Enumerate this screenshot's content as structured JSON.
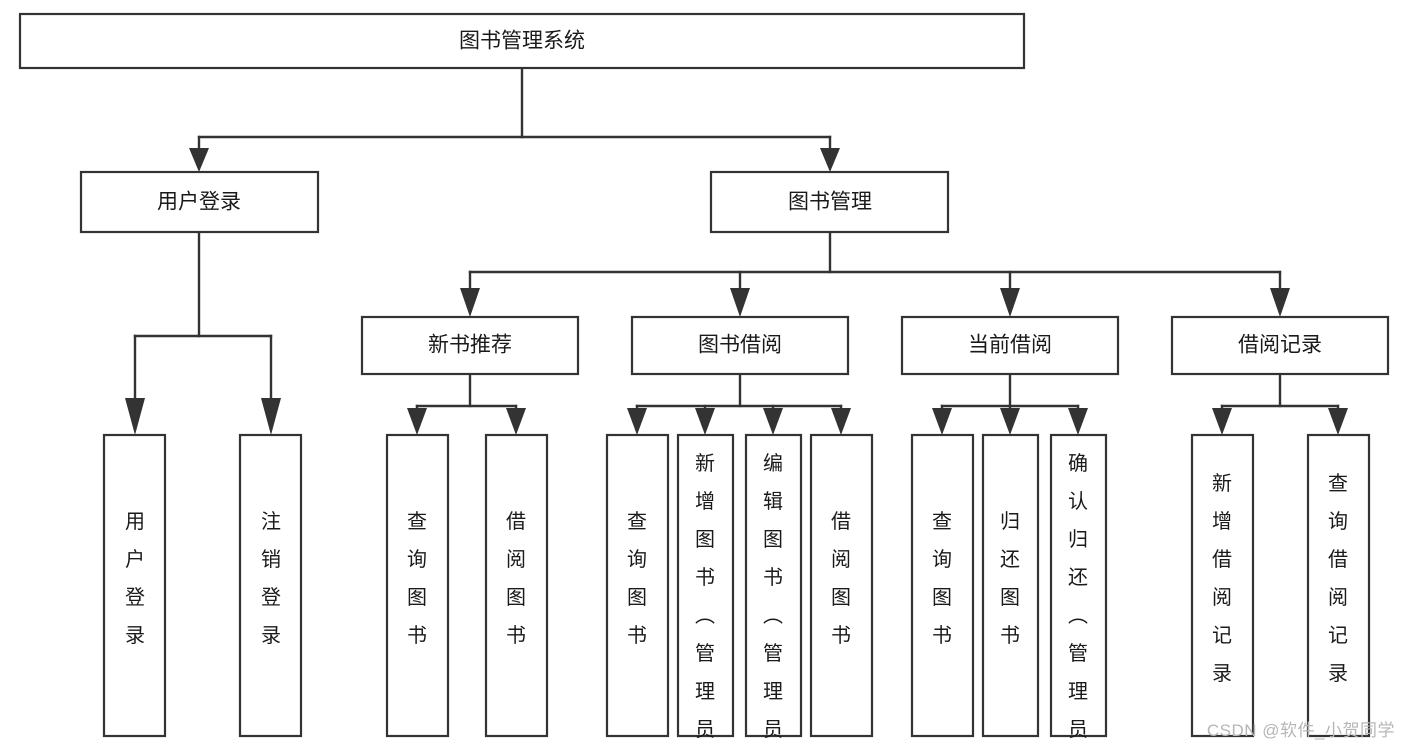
{
  "diagram": {
    "type": "tree-hierarchy",
    "title": "图书管理系统",
    "watermark": "CSDN @软件_小贺同学",
    "colors": {
      "stroke": "#333333",
      "box_fill": "#ffffff",
      "text": "#1a1a1a",
      "watermark": "#b6b6b6",
      "background": "#ffffff"
    },
    "levels": [
      {
        "level": 1,
        "nodes": [
          {
            "id": "root",
            "label": "图书管理系统",
            "orientation": "horizontal"
          }
        ]
      },
      {
        "level": 2,
        "nodes": [
          {
            "id": "login",
            "label": "用户登录",
            "orientation": "horizontal",
            "parent": "root"
          },
          {
            "id": "bookmgmt",
            "label": "图书管理",
            "orientation": "horizontal",
            "parent": "root"
          }
        ]
      },
      {
        "level": 3,
        "nodes": [
          {
            "id": "newbook",
            "label": "新书推荐",
            "orientation": "horizontal",
            "parent": "bookmgmt"
          },
          {
            "id": "borrow",
            "label": "图书借阅",
            "orientation": "horizontal",
            "parent": "bookmgmt"
          },
          {
            "id": "current",
            "label": "当前借阅",
            "orientation": "horizontal",
            "parent": "bookmgmt"
          },
          {
            "id": "records",
            "label": "借阅记录",
            "orientation": "horizontal",
            "parent": "bookmgmt"
          }
        ]
      },
      {
        "level": 4,
        "nodes": [
          {
            "id": "leaf1",
            "label": "用户登录",
            "orientation": "vertical",
            "parent": "login"
          },
          {
            "id": "leaf2",
            "label": "注销登录",
            "orientation": "vertical",
            "parent": "login"
          },
          {
            "id": "leaf3",
            "label": "查询图书",
            "orientation": "vertical",
            "parent": "newbook"
          },
          {
            "id": "leaf4",
            "label": "借阅图书",
            "orientation": "vertical",
            "parent": "newbook"
          },
          {
            "id": "leaf5",
            "label": "查询图书",
            "orientation": "vertical",
            "parent": "borrow"
          },
          {
            "id": "leaf6",
            "label": "新增图书（管理员）",
            "orientation": "vertical",
            "parent": "borrow"
          },
          {
            "id": "leaf7",
            "label": "编辑图书（管理员）",
            "orientation": "vertical",
            "parent": "borrow"
          },
          {
            "id": "leaf8",
            "label": "借阅图书",
            "orientation": "vertical",
            "parent": "borrow"
          },
          {
            "id": "leaf9",
            "label": "查询图书",
            "orientation": "vertical",
            "parent": "current"
          },
          {
            "id": "leaf10",
            "label": "归还图书",
            "orientation": "vertical",
            "parent": "current"
          },
          {
            "id": "leaf11",
            "label": "确认归还（管理员）",
            "orientation": "vertical",
            "parent": "current"
          },
          {
            "id": "leaf12",
            "label": "新增借阅记录",
            "orientation": "vertical",
            "parent": "records"
          },
          {
            "id": "leaf13",
            "label": "查询借阅记录",
            "orientation": "vertical",
            "parent": "records"
          }
        ]
      }
    ]
  }
}
